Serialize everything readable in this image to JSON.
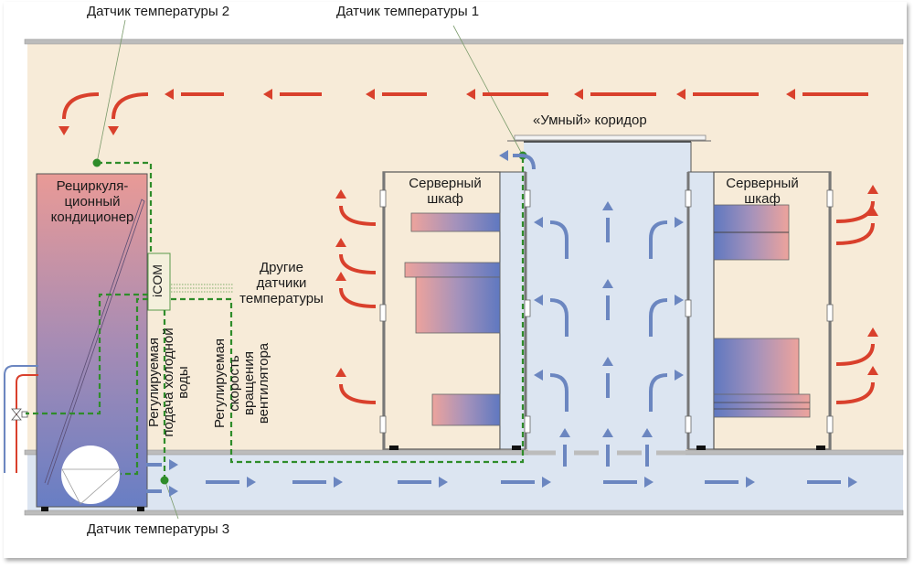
{
  "colors": {
    "warm_zone": "#f7ebd8",
    "cold_zone": "#dce5f1",
    "hot_arrow": "#d9402c",
    "cold_arrow": "#6b86c0",
    "sensor_line": "#2f8c2a",
    "wall": "#b8b8b8",
    "ac_top": "#e79a98",
    "ac_bottom": "#6a7fc4"
  },
  "labels": {
    "sensor_1": "Датчик температуры 1",
    "sensor_2": "Датчик температуры 2",
    "sensor_3": "Датчик температуры 3",
    "smart_corridor": "«Умный» коридор",
    "ac_unit": [
      "Рециркуля-",
      "ционный",
      "кондиционер"
    ],
    "controller": "iCOM",
    "other_sensors": [
      "Другие",
      "датчики",
      "температуры"
    ],
    "water_supply": [
      "Регулируемая",
      "подача холодной",
      "воды"
    ],
    "fan_speed": [
      "Регулируемая",
      "скорость",
      "вращения",
      "вентилятора"
    ],
    "server_cabinet_left": [
      "Серверный",
      "шкаф"
    ],
    "server_cabinet_right": [
      "Серверный",
      "шкаф"
    ]
  }
}
